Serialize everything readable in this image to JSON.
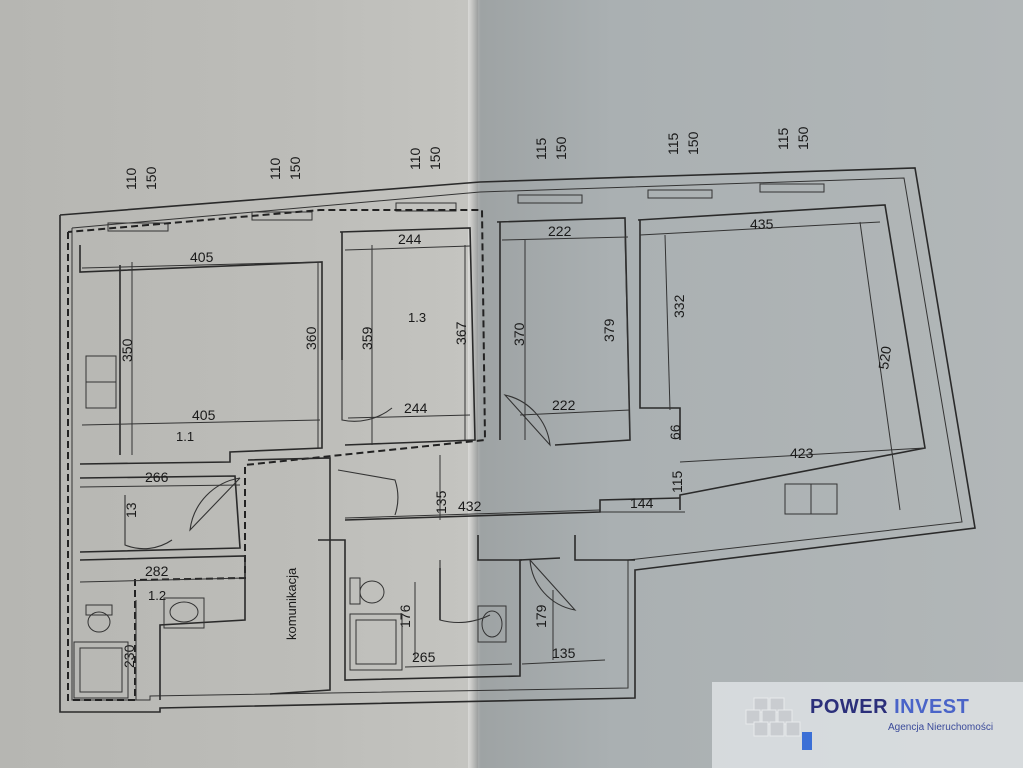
{
  "window_dims": {
    "top": [
      {
        "a": "110",
        "b": "150"
      },
      {
        "a": "110",
        "b": "150"
      },
      {
        "a": "110",
        "b": "150"
      },
      {
        "a": "115",
        "b": "150"
      },
      {
        "a": "115",
        "b": "150"
      },
      {
        "a": "115",
        "b": "150"
      }
    ]
  },
  "dimensions": {
    "r11_width_top": "405",
    "r11_height": "350",
    "r11_height_right": "360",
    "r11_width_bottom": "405",
    "r13_width_top": "244",
    "r13_height_left": "359",
    "r13_height_right": "367",
    "r13_width_bottom": "244",
    "r14_width_top": "222",
    "r14_height_left": "370",
    "r14_height_right": "379",
    "r14_width_bottom": "222",
    "r15_width_top": "435",
    "r15_height_left": "332",
    "r15_height_diag": "520",
    "r15_width_bottom": "423",
    "d66": "66",
    "d115": "115",
    "d266": "266",
    "d13": "13",
    "d282": "282",
    "d230": "230",
    "d135": "135",
    "d432": "432",
    "d144": "144",
    "d176": "176",
    "d265": "265",
    "d179": "179",
    "d135b": "135"
  },
  "rooms": {
    "r11": "1.1",
    "r12": "1.2",
    "r13": "1.3",
    "corridor": "komunikacja"
  },
  "watermark": {
    "brand_a": "POWER",
    "brand_b": "INVEST",
    "subtitle": "Agencja Nieruchomości",
    "colors": {
      "dark": "#2b2f7a",
      "accent": "#4a64c8",
      "cube": "#3b6fd6"
    }
  }
}
